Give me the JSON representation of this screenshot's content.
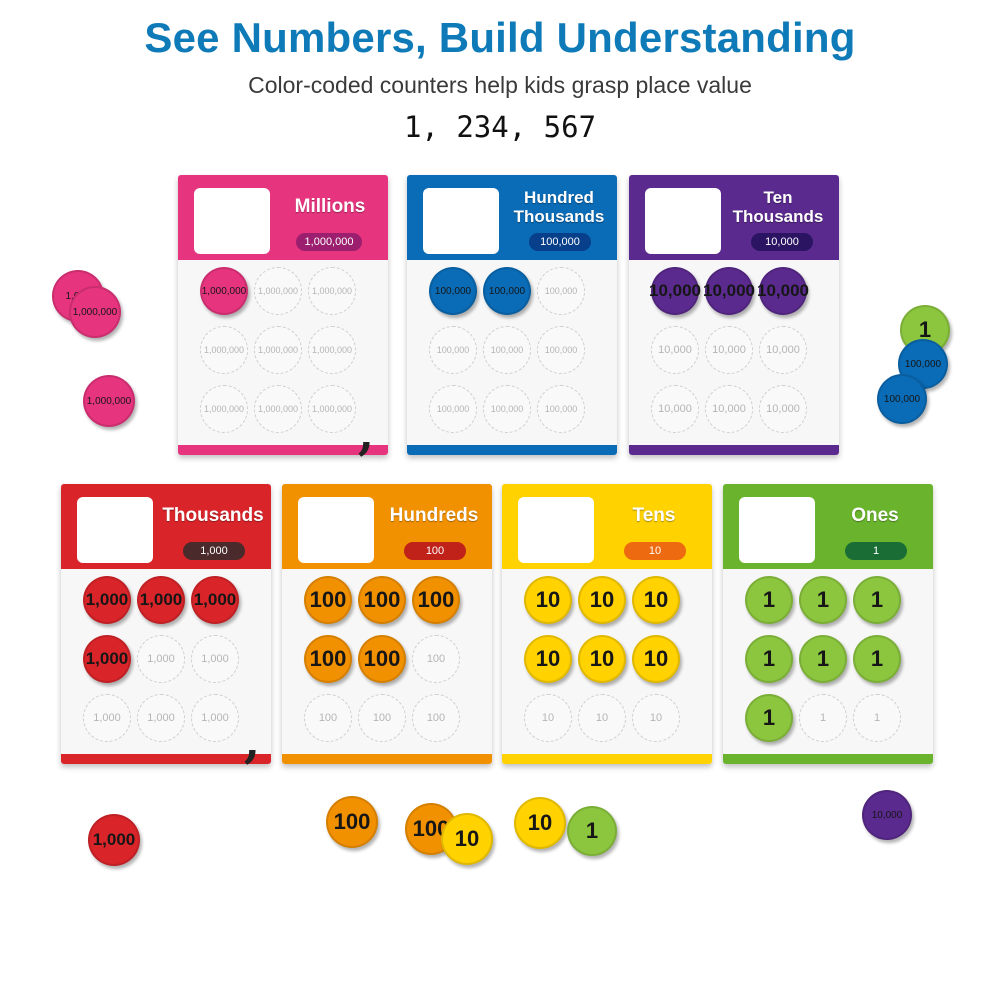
{
  "header": {
    "title": "See Numbers, Build Understanding",
    "subtitle": "Color-coded counters help kids grasp place value",
    "number": "1, 234, 567"
  },
  "colors": {
    "millions": "#e6347e",
    "hundred_thousands": "#0a6bb6",
    "ten_thousands": "#5b2a8e",
    "thousands": "#d9252a",
    "hundreds": "#f29100",
    "tens": "#ffd200",
    "ones": "#6ab42d",
    "title": "#0e7ab8"
  },
  "cards": [
    {
      "name": "Millions",
      "pill": "1,000,000",
      "counter": "1,000,000",
      "filled": 1
    },
    {
      "name": "Hundred Thousands",
      "pill": "100,000",
      "counter": "100,000",
      "filled": 2
    },
    {
      "name": "Ten Thousands",
      "pill": "10,000",
      "counter": "10,000",
      "filled": 3
    },
    {
      "name": "Thousands",
      "pill": "1,000",
      "counter": "1,000",
      "filled": 4
    },
    {
      "name": "Hundreds",
      "pill": "100",
      "counter": "100",
      "filled": 5
    },
    {
      "name": "Tens",
      "pill": "10",
      "counter": "10",
      "filled": 6
    },
    {
      "name": "Ones",
      "pill": "1",
      "counter": "1",
      "filled": 7
    }
  ],
  "separator": ",",
  "loose_counters": [
    {
      "label": "1,000",
      "color": "#e6347e"
    },
    {
      "label": "1,000,000",
      "color": "#e6347e"
    },
    {
      "label": "1,000,000",
      "color": "#e6347e"
    },
    {
      "label": "1",
      "color": "#8cc63f"
    },
    {
      "label": "100,000",
      "color": "#0a6bb6"
    },
    {
      "label": "100,000",
      "color": "#0a6bb6"
    },
    {
      "label": "1,000",
      "color": "#d9252a"
    },
    {
      "label": "100",
      "color": "#f29100"
    },
    {
      "label": "100",
      "color": "#f29100"
    },
    {
      "label": "10",
      "color": "#ffd200"
    },
    {
      "label": "10",
      "color": "#ffd200"
    },
    {
      "label": "1",
      "color": "#8cc63f"
    },
    {
      "label": "10,000",
      "color": "#5b2a8e"
    }
  ]
}
